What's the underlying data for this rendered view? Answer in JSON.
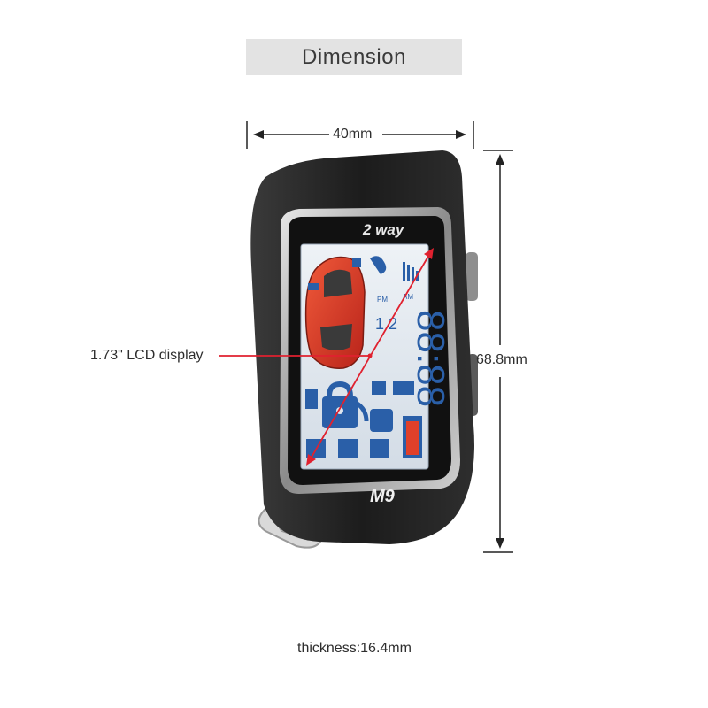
{
  "header": {
    "title": "Dimension"
  },
  "dimensions": {
    "width": "40mm",
    "height": "68.8mm",
    "thickness": "thickness:16.4mm",
    "display_label": "1.73\" LCD display"
  },
  "device": {
    "top_label": "2 way",
    "model": "M9",
    "clock": "88:88",
    "am": "AM",
    "pm": "PM",
    "digits": "1 2"
  },
  "colors": {
    "accent": "#e0212f",
    "lcd_blue": "#2a5fa8",
    "lcd_bg": "#dfe6ee",
    "body": "#222222"
  }
}
